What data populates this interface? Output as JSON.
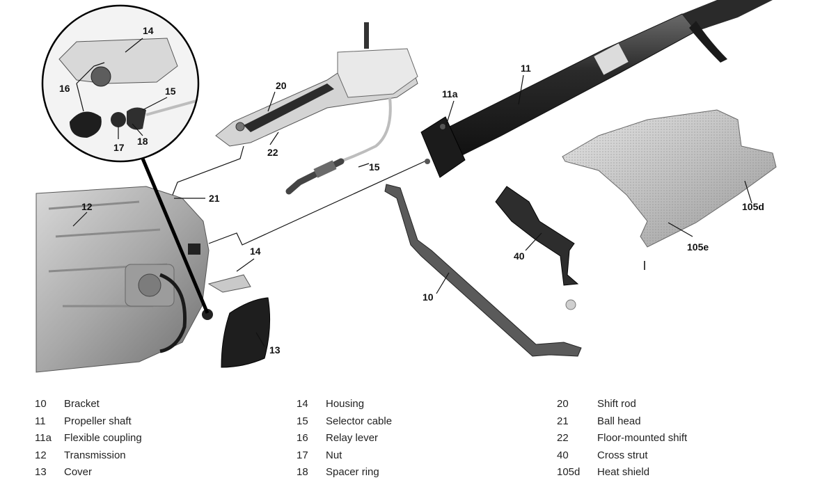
{
  "callouts": {
    "c10": "10",
    "c11": "11",
    "c11a": "11a",
    "c12": "12",
    "c13": "13",
    "c14_inset": "14",
    "c14": "14",
    "c15_inset": "15",
    "c15": "15",
    "c16": "16",
    "c17": "17",
    "c18": "18",
    "c20": "20",
    "c21": "21",
    "c22": "22",
    "c40": "40",
    "c105d": "105d",
    "c105e": "105e"
  },
  "legend": {
    "col1": [
      {
        "code": "10",
        "desc": "Bracket"
      },
      {
        "code": "11",
        "desc": "Propeller shaft"
      },
      {
        "code": "11a",
        "desc": "Flexible coupling"
      },
      {
        "code": "12",
        "desc": "Transmission"
      },
      {
        "code": "13",
        "desc": "Cover"
      }
    ],
    "col2": [
      {
        "code": "14",
        "desc": "Housing"
      },
      {
        "code": "15",
        "desc": "Selector cable"
      },
      {
        "code": "16",
        "desc": "Relay lever"
      },
      {
        "code": "17",
        "desc": "Nut"
      },
      {
        "code": "18",
        "desc": "Spacer ring"
      }
    ],
    "col3": [
      {
        "code": "20",
        "desc": "Shift rod"
      },
      {
        "code": "21",
        "desc": "Ball head"
      },
      {
        "code": "22",
        "desc": "Floor-mounted shift"
      },
      {
        "code": "40",
        "desc": "Cross strut"
      },
      {
        "code": "105d",
        "desc": "Heat shield"
      }
    ]
  }
}
